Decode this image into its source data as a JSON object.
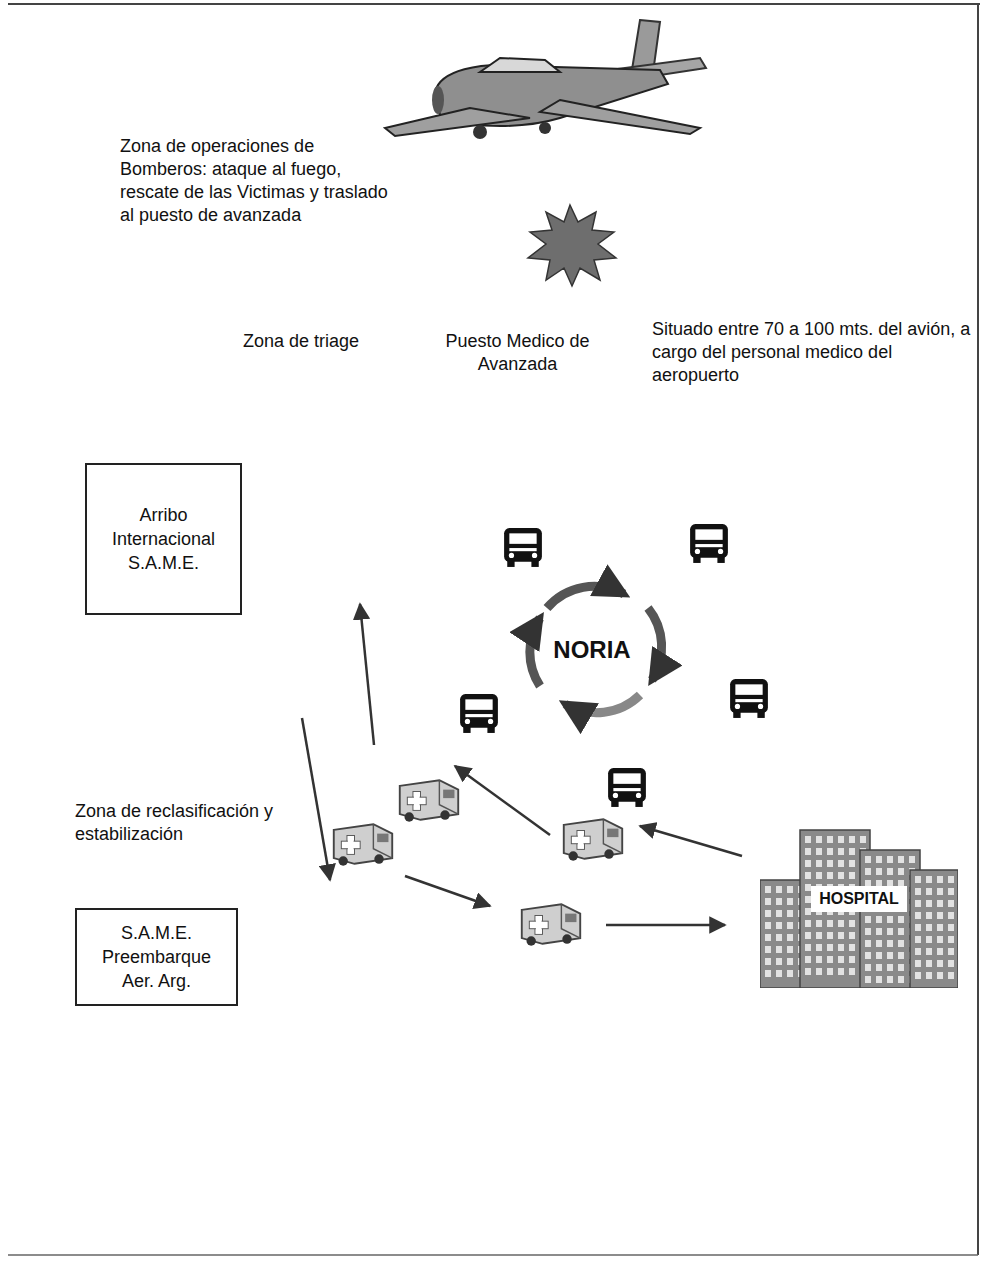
{
  "diagram": {
    "nodes": [
      {
        "text": [
          "Arribo Internacional S.A.M.E."
        ]
      },
      {
        "text": [
          "HOSPITAL"
        ]
      },
      {
        "text": [
          "S.A.M.E. Preembarque Aer. Arg."
        ]
      }
    ],
    "labels": [
      "Zona de operaciones de Bomberos: ataque al fuego, rescate de las Victimas y traslado al puesto de avanzada",
      "Zona de triage",
      "Puesto Medico de Avanzada",
      "Situado entre 70 a 100 mts. del avión, a cargo del personal medico del aeropuerto",
      "NORIA",
      "Zona de reclasificación y estabilización"
    ]
  }
}
